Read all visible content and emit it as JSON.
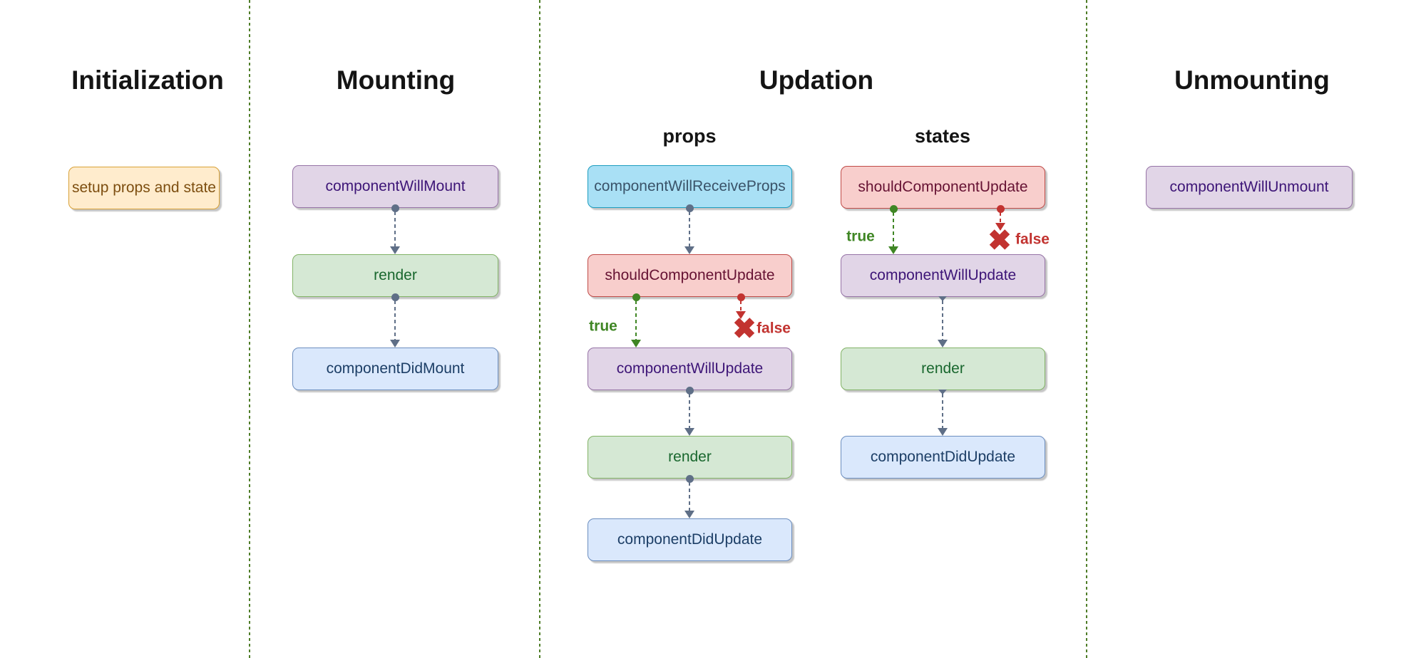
{
  "palette": {
    "background": "#ffffff",
    "divider_green": "#4f7d28",
    "arrow_slate": "#5f6f87",
    "true_green": "#3f8624",
    "false_red": "#c23330",
    "node_orange": {
      "fill": "#ffeccd",
      "border": "#d8a137",
      "text": "#7d4e10"
    },
    "node_purple": {
      "fill": "#e1d5e7",
      "border": "#9673a6",
      "text": "#3d1577"
    },
    "node_green": {
      "fill": "#d5e8d4",
      "border": "#82b366",
      "text": "#19672e"
    },
    "node_blue": {
      "fill": "#dae8fc",
      "border": "#6c8ebf",
      "text": "#1c3e66"
    },
    "node_cyan": {
      "fill": "#a9e0f5",
      "border": "#1c9dbf",
      "text": "#3a5369"
    },
    "node_red": {
      "fill": "#f8cecc",
      "border": "#bf4a47",
      "text": "#661233"
    }
  },
  "icons": {
    "false_x": "✖"
  },
  "sections": {
    "initialization": {
      "title": "Initialization",
      "setup_node": "setup props and state"
    },
    "mounting": {
      "title": "Mounting",
      "will_mount_node": "componentWillMount",
      "render_node": "render",
      "did_mount_node": "componentDidMount"
    },
    "updation": {
      "title": "Updation",
      "props_branch": {
        "label": "props",
        "receive_props_node": "componentWillReceiveProps",
        "should_update_node": "shouldComponentUpdate",
        "true_label": "true",
        "false_label": "false",
        "will_update_node": "componentWillUpdate",
        "render_node": "render",
        "did_update_node": "componentDidUpdate"
      },
      "states_branch": {
        "label": "states",
        "should_update_node": "shouldComponentUpdate",
        "true_label": "true",
        "false_label": "false",
        "will_update_node": "componentWillUpdate",
        "render_node": "render",
        "did_update_node": "componentDidUpdate"
      }
    },
    "unmounting": {
      "title": "Unmounting",
      "will_unmount_node": "componentWillUnmount"
    }
  }
}
